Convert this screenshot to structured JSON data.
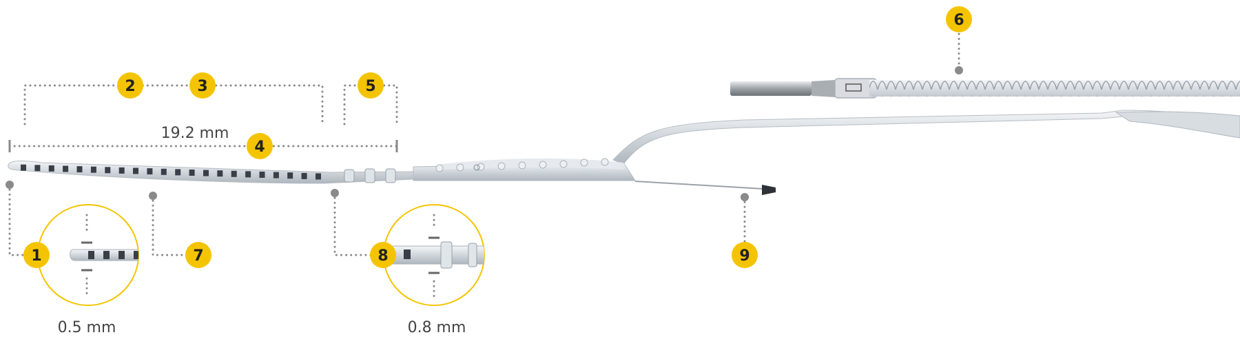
{
  "colors": {
    "accent": "#f5c400",
    "leader": "#8a8a8a",
    "electrode": "#3a3f47",
    "silicone": "#cdd4da",
    "metal": "#b8bcc0"
  },
  "callouts": [
    {
      "id": "1",
      "label": "1"
    },
    {
      "id": "2",
      "label": "2"
    },
    {
      "id": "3",
      "label": "3"
    },
    {
      "id": "4",
      "label": "4"
    },
    {
      "id": "5",
      "label": "5"
    },
    {
      "id": "6",
      "label": "6"
    },
    {
      "id": "7",
      "label": "7"
    },
    {
      "id": "8",
      "label": "8"
    },
    {
      "id": "9",
      "label": "9"
    }
  ],
  "dimensions": {
    "array_length": "19.2 mm",
    "tip_diameter": "0.5 mm",
    "base_diameter": "0.8 mm"
  }
}
